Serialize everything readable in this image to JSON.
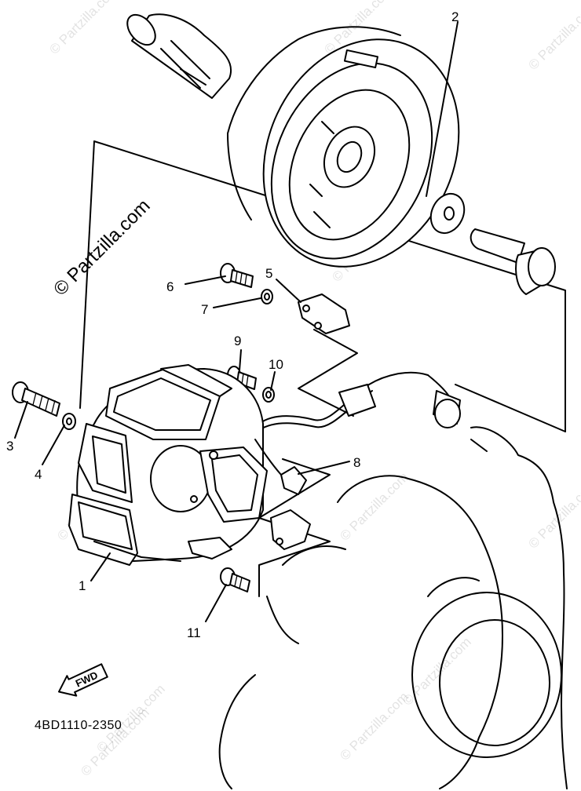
{
  "watermark": {
    "main": "© Partzilla.com",
    "tile": "© Partzilla.com"
  },
  "callouts": {
    "c1": "1",
    "c2": "2",
    "c3": "3",
    "c4": "4",
    "c5": "5",
    "c6": "6",
    "c7": "7",
    "c8": "8",
    "c9": "9",
    "c10": "10",
    "c11": "11"
  },
  "fwd_label": "FWD",
  "diagram_code": "4BD1110-2350"
}
